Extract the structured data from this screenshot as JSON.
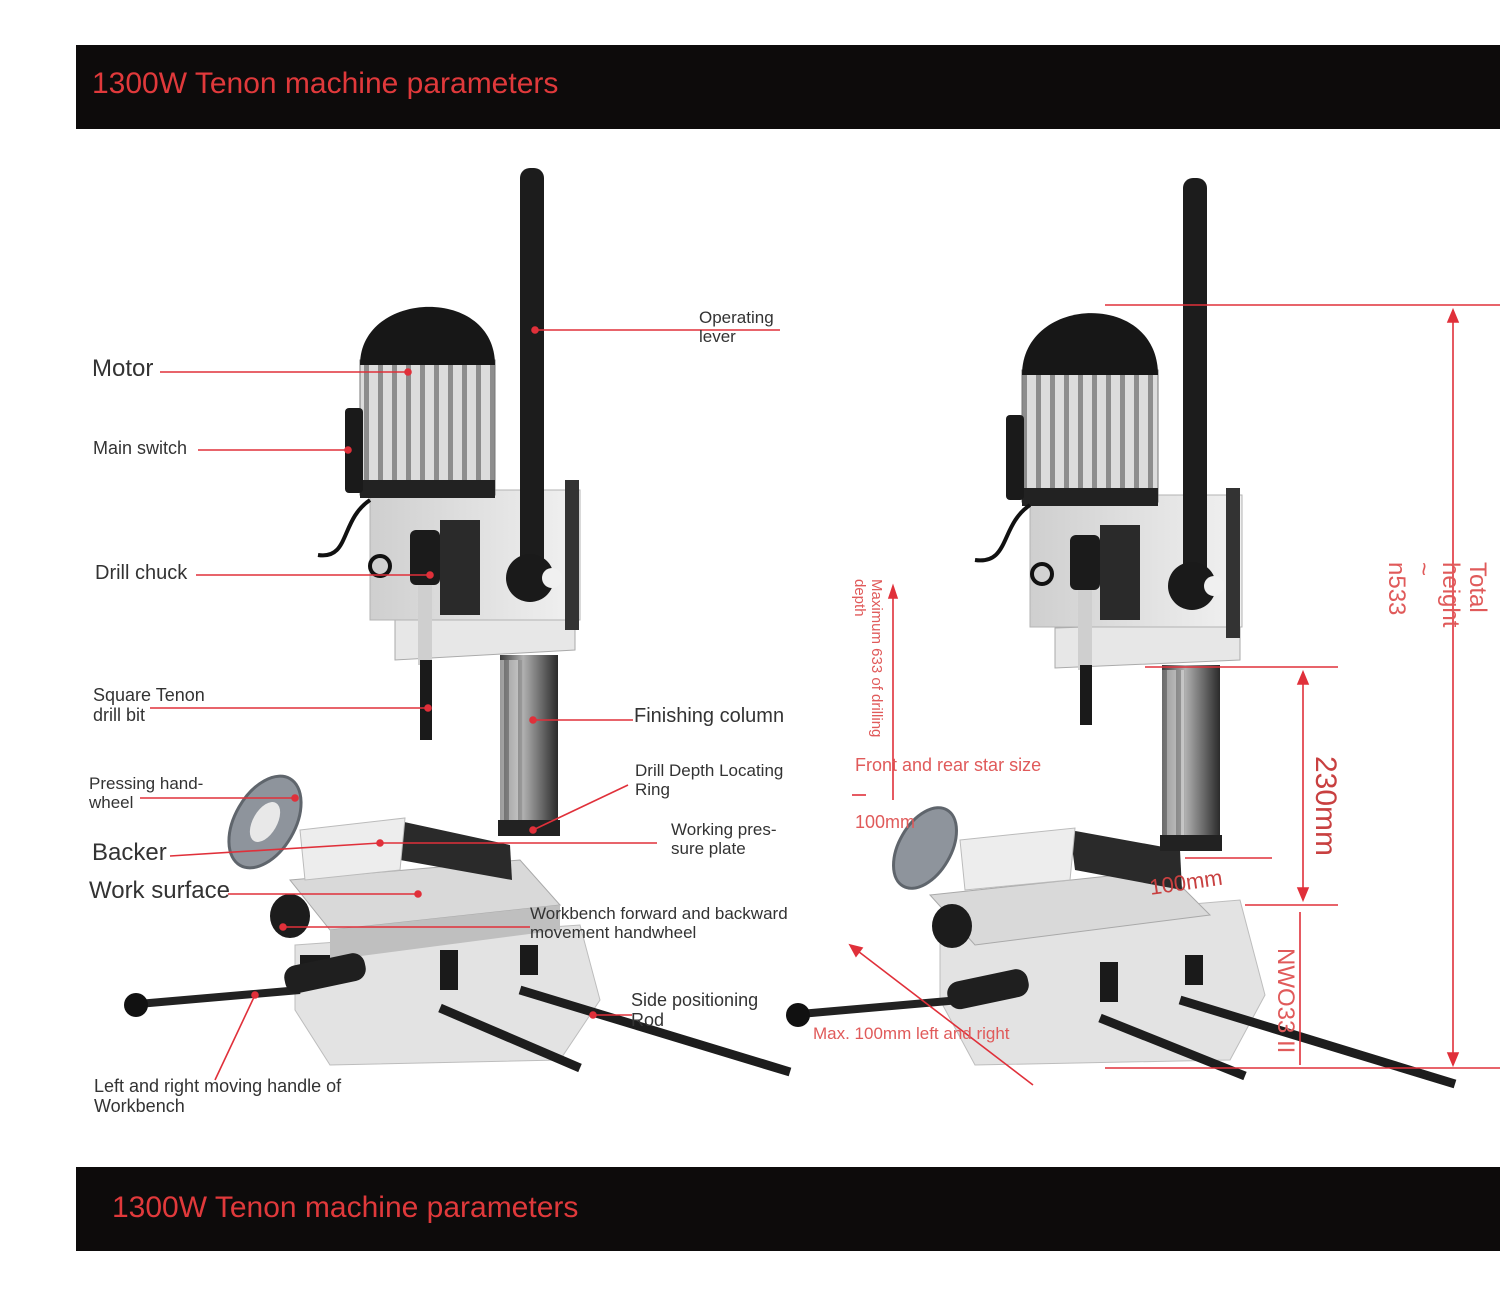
{
  "banner_top": {
    "title": "1300W Tenon machine parameters"
  },
  "banner_bottom": {
    "title": "1300W Tenon machine parameters"
  },
  "labels": {
    "motor": "Motor",
    "main_switch": "Main switch",
    "drill_chuck": "Drill chuck",
    "square_tenon_drill_bit": "Square Tenon\ndrill bit",
    "pressing_handwheel": "Pressing hand-\nwheel",
    "backer": "Backer",
    "work_surface": "Work surface",
    "left_right_handle": "Left and right moving handle of\nWorkbench",
    "operating_lever": "Operating\nlever",
    "finishing_column": "Finishing column",
    "drill_depth_ring": "Drill Depth Locating\nRing",
    "working_pressure_plate": "Working pres-\nsure plate",
    "workbench_handwheel": "Workbench forward and backward\nmovement handwheel",
    "side_positioning_rod": "Side positioning\nRod"
  },
  "dimensions": {
    "max_drilling_depth": "Maximum 633 of drilling\ndepth",
    "front_rear_size": "Front and rear star size",
    "front_rear_value": "100mm",
    "bench_width": "100mm",
    "column_height": "230mm",
    "total_height": "Total height ~ n533",
    "base_height": "NWO33 II",
    "left_right_travel": "Max. 100mm left and right"
  },
  "colors": {
    "banner_bg": "#0d0b0b",
    "banner_text": "#e0393b",
    "leader_line": "#e0303a",
    "machine_dark": "#1a1a1a",
    "machine_light": "#e6e6e6"
  }
}
